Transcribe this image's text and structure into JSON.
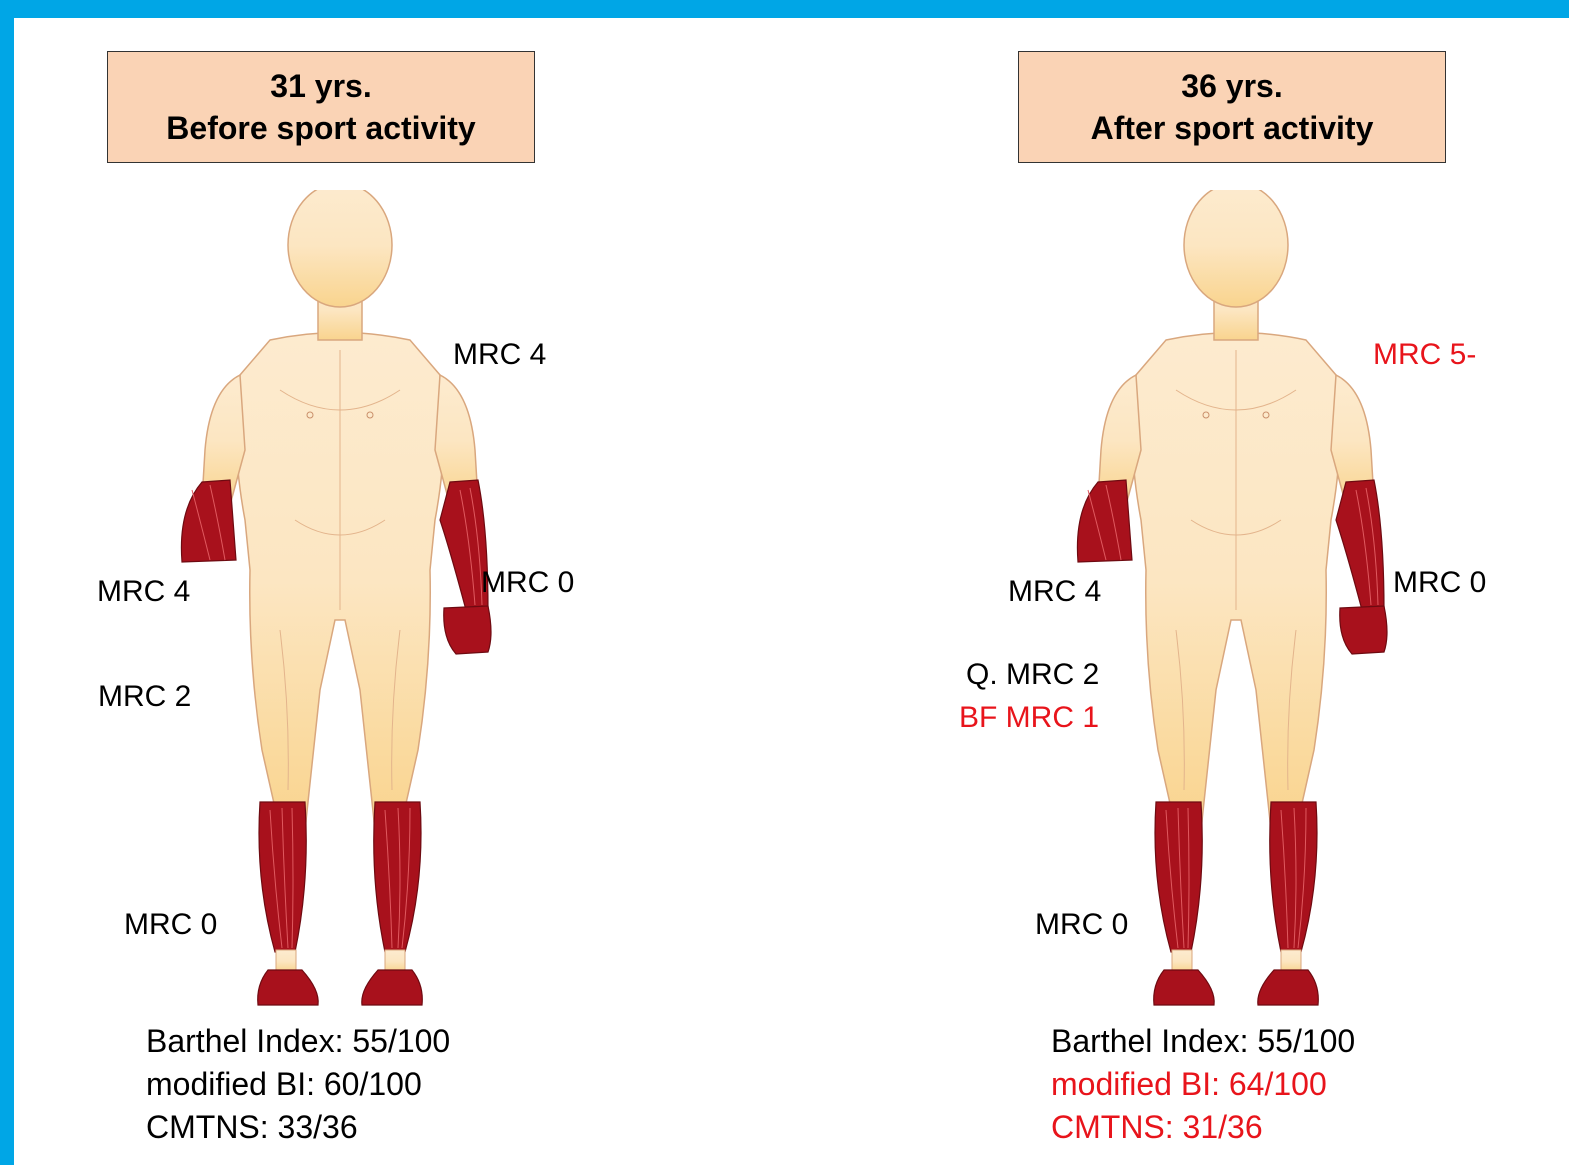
{
  "colors": {
    "accent_bar": "#00A6E6",
    "box_fill": "#FAD3B5",
    "highlight_text": "#E8141B",
    "muscle_affected": "#A8111C",
    "skin": "#FCE6C2"
  },
  "left": {
    "age": "31 yrs.",
    "subtitle": "Before sport activity",
    "labels": {
      "shoulder": "MRC 4",
      "right_forearm": "MRC 4",
      "left_hand": "MRC 0",
      "thigh": "MRC 2",
      "lower_leg": "MRC 0"
    },
    "scores": {
      "barthel": "Barthel Index: 55/100",
      "modified_bi": "modified BI: 60/100",
      "cmtns": "CMTNS: 33/36"
    }
  },
  "right": {
    "age": "36 yrs.",
    "subtitle": "After sport activity",
    "labels": {
      "shoulder": "MRC 5-",
      "right_forearm": "MRC 4",
      "left_hand": "MRC 0",
      "quadriceps": "Q. MRC 2",
      "biceps_femoris": "BF MRC 1",
      "lower_leg": "MRC 0"
    },
    "scores": {
      "barthel": "Barthel Index: 55/100",
      "modified_bi": "modified BI: 64/100",
      "cmtns": "CMTNS: 31/36"
    }
  }
}
